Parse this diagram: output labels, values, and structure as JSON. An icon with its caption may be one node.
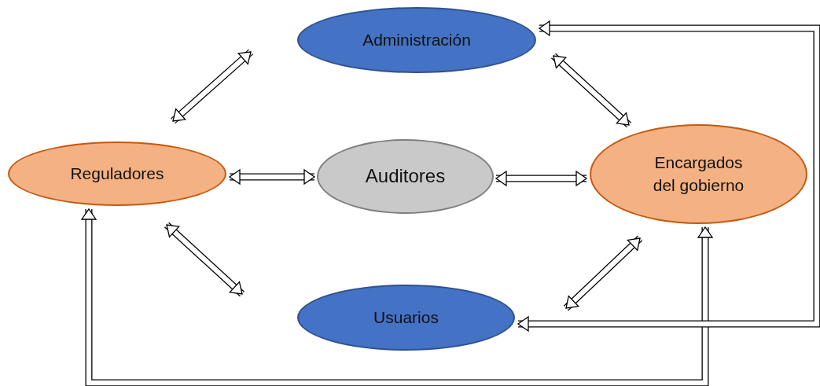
{
  "diagram": {
    "nodes": [
      {
        "text": [
          "Administración"
        ]
      },
      {
        "text": [
          "Reguladores"
        ]
      },
      {
        "text": [
          "Auditores"
        ]
      },
      {
        "text": [
          "Encargados del gobierno"
        ]
      },
      {
        "text": [
          "Usuarios"
        ]
      }
    ],
    "edges": [
      {
        "from": 1,
        "to": 0,
        "arrow": "both"
      },
      {
        "from": 1,
        "to": 2,
        "arrow": "both"
      },
      {
        "from": 2,
        "to": 3,
        "arrow": "both"
      },
      {
        "from": 0,
        "to": 3,
        "arrow": "both"
      },
      {
        "from": 1,
        "to": 4,
        "arrow": "both"
      },
      {
        "from": 3,
        "to": 4,
        "arrow": "both"
      },
      {
        "from": 1,
        "to": 3,
        "arrow": "both"
      },
      {
        "from": 0,
        "to": 4,
        "arrow": "both"
      }
    ]
  }
}
